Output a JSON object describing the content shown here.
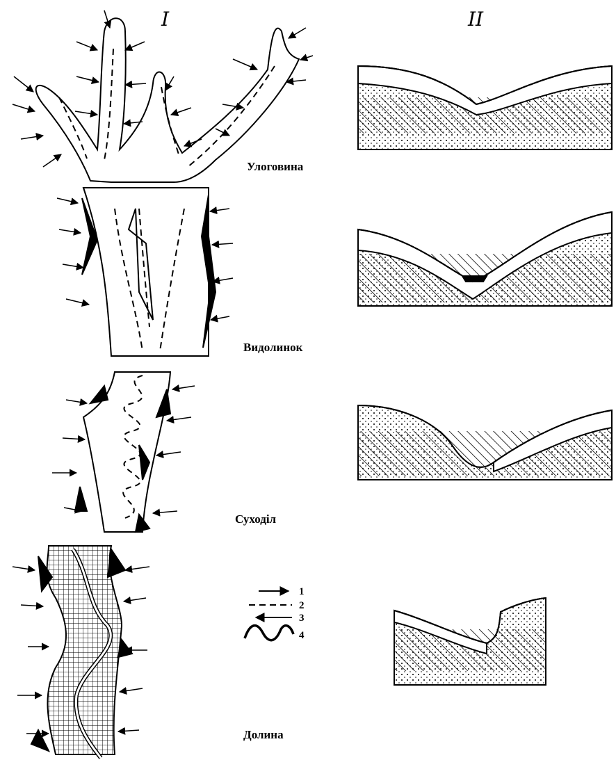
{
  "headings": {
    "left": "I",
    "right": "II"
  },
  "stages": [
    {
      "label": "Улоговина"
    },
    {
      "label": "Видолинок"
    },
    {
      "label": "Суходіл"
    },
    {
      "label": "Долина"
    }
  ],
  "legend": [
    "1",
    "2",
    "3",
    "4"
  ],
  "colors": {
    "ink": "#000000",
    "paper": "#ffffff"
  }
}
